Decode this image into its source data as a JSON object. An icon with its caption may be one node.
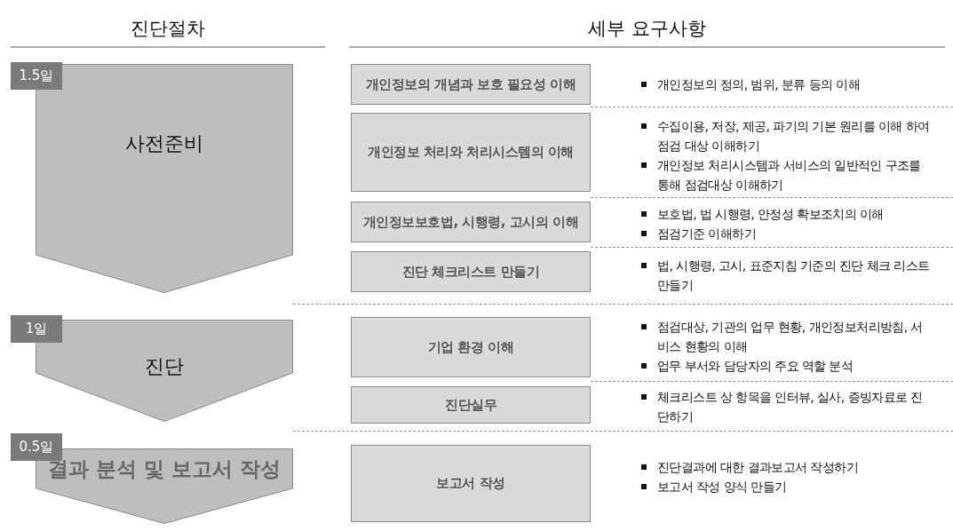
{
  "diagram": {
    "nodes": [
      {
        "text": [
          "1.5일"
        ]
      },
      {
        "text": [
          "사전준비"
        ]
      },
      {
        "text": [
          "1일"
        ]
      },
      {
        "text": [
          "진단"
        ]
      },
      {
        "text": [
          "0.5일"
        ]
      },
      {
        "text": [
          "결과 분석 및 보고서 작성"
        ]
      },
      {
        "text": [
          "개인정보의 개념과 보호 필요성 이해"
        ]
      },
      {
        "text": [
          "개인정보 처리와 처리시스템의 이해"
        ]
      },
      {
        "text": [
          "개인정보보호법, 시행령, 고시의 이해"
        ]
      },
      {
        "text": [
          "진단 체크리스트 만들기"
        ]
      },
      {
        "text": [
          "기업 환경 이해"
        ]
      },
      {
        "text": [
          "진단실무"
        ]
      },
      {
        "text": [
          "보고서 작성"
        ]
      }
    ],
    "labels": [
      "진단절차",
      "세부 요구사항",
      "개인정보의 정의, 범위, 분류 등의 이해",
      "수집이용, 저장, 제공, 파기의 기본 원리를 이해 하여 점검 대상 이해하기",
      "개인정보 처리시스템과 서비스의 일반적인 구조를 통해 점검대상 이해하기",
      "보호법, 법 시행령, 안정성 확보조치의 이해",
      "점검기준 이해하기",
      "법, 시행령, 고시, 표준지침 기준의 진단 체크 리스트 만들기",
      "점검대상, 기관의 업무 현황,  개인정보처리방침, 서비스 현황의 이해",
      "업무 부서와 담당자의 주요 역할 분석",
      "체크리스트 상 항목을 인터뷰, 실사, 증빙자료로 진단하기",
      "진단결과에 대한 결과보고서 작성하기",
      "보고서 작성 양식 만들기"
    ]
  }
}
